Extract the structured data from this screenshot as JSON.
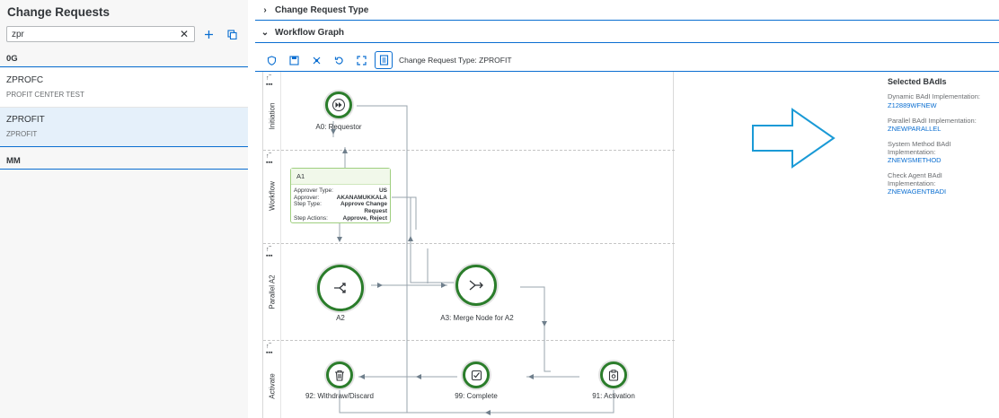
{
  "master": {
    "title": "Change Requests",
    "search": {
      "value": "zpr",
      "placeholder": ""
    },
    "groups": [
      {
        "label": "0G",
        "items": [
          {
            "title": "ZPROFC",
            "subtitle": "PROFIT CENTER TEST"
          },
          {
            "title": "ZPROFIT",
            "subtitle": "ZPROFIT"
          }
        ]
      },
      {
        "label": "MM",
        "items": []
      }
    ]
  },
  "panels": {
    "crt_title": "Change Request Type",
    "wf_title": "Workflow Graph"
  },
  "toolbar": {
    "crt_label": "Change Request Type: ZPROFIT",
    "icons": [
      "shield-icon",
      "save-icon",
      "auto-layout-icon",
      "reset-icon",
      "fit-screen-icon",
      "legend-icon"
    ]
  },
  "lanes": [
    "Initiation",
    "Workflow",
    "Parallel A2",
    "Activate"
  ],
  "nodes": {
    "a0": "A0: Requestor",
    "a2": "A2",
    "a3": "A3: Merge Node for A2",
    "n92": "92: Withdraw/Discard",
    "n99": "99: Complete",
    "n91": "91: Activation"
  },
  "step": {
    "title": "A1",
    "rows": [
      {
        "k": "Approver Type:",
        "v": "US"
      },
      {
        "k": "Approver:",
        "v": "AKANAMUKKALA"
      },
      {
        "k": "Step Type:",
        "v": "Approve Change Request"
      },
      {
        "k": "Step Actions:",
        "v": "Approve, Reject"
      }
    ]
  },
  "badis": {
    "title": "Selected BAdIs",
    "entries": [
      {
        "label": "Dynamic BAdI Implementation:",
        "value": "Z12889WFNEW"
      },
      {
        "label": "Parallel BAdI Implementation:",
        "value": "ZNEWPARALLEL"
      },
      {
        "label": "System Method BAdI Implementation:",
        "value": "ZNEWSMETHOD"
      },
      {
        "label": "Check Agent BAdI Implementation:",
        "value": "ZNEWAGENTBADI"
      }
    ]
  },
  "colors": {
    "accent": "#0a6ed1",
    "node_green": "#2b7d2b",
    "arrow_outline": "#1a9ad6"
  }
}
